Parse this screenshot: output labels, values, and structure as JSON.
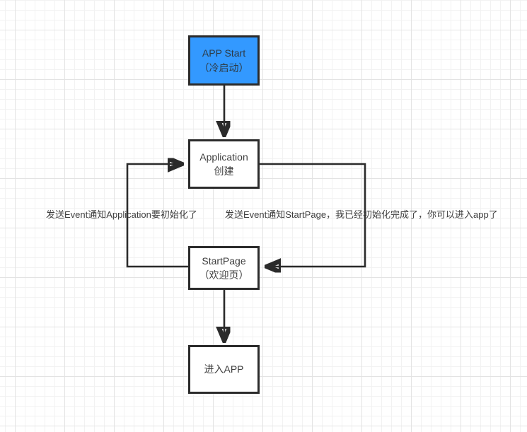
{
  "diagram": {
    "title": "APP startup flow",
    "colors": {
      "start_fill": "#3399ff",
      "node_border": "#2b2b2b",
      "node_fill": "#ffffff",
      "text": "#3d3d3d",
      "grid_minor": "#f2f2f2",
      "grid_major": "#e3e3e3",
      "connector": "#2b2b2b"
    },
    "nodes": [
      {
        "id": "app-start",
        "line1": "APP Start",
        "line2": "（冷启动）"
      },
      {
        "id": "application",
        "line1": "Application",
        "line2": "创建"
      },
      {
        "id": "startpage",
        "line1": "StartPage",
        "line2": "（欢迎页）"
      },
      {
        "id": "enter-app",
        "line1": "进入APP",
        "line2": ""
      }
    ],
    "edge_labels": [
      {
        "id": "label-left",
        "text": "发送Event通知Application要初始化了"
      },
      {
        "id": "label-right",
        "text": "发送Event通知StartPage，我已经初始化完成了，你可以进入app了"
      }
    ]
  }
}
